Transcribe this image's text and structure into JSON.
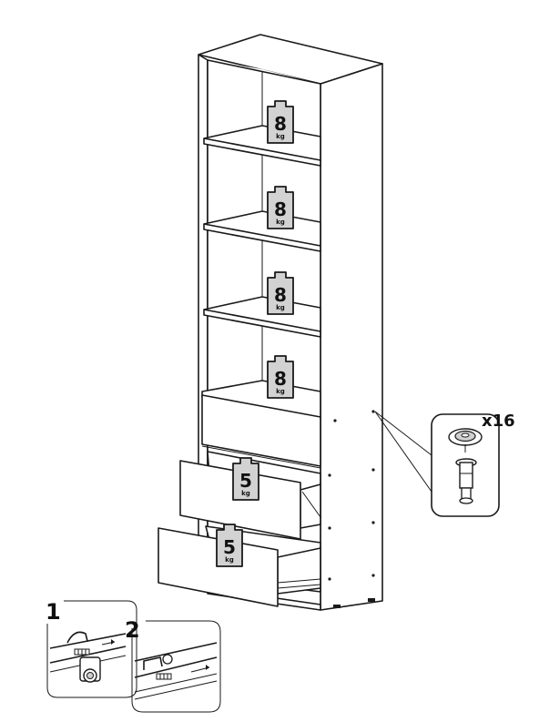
{
  "shelf_loads": [
    {
      "value": "8",
      "unit": "kg"
    },
    {
      "value": "8",
      "unit": "kg"
    },
    {
      "value": "8",
      "unit": "kg"
    },
    {
      "value": "8",
      "unit": "kg"
    }
  ],
  "drawer_loads": [
    {
      "value": "5",
      "unit": "kg"
    },
    {
      "value": "5",
      "unit": "kg"
    }
  ],
  "hardware_detail": {
    "quantity": "x16"
  },
  "steps": [
    {
      "number": "1"
    },
    {
      "number": "2"
    }
  ]
}
